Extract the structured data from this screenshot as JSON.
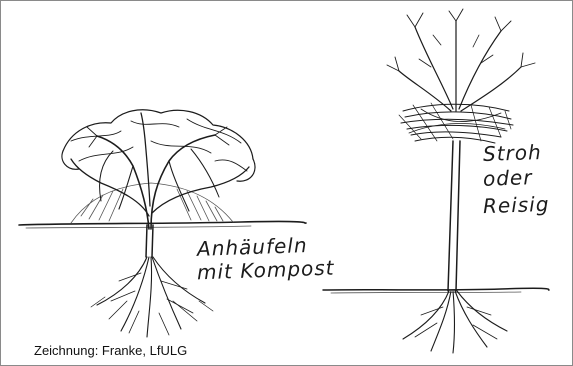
{
  "left_plant": {
    "label_line1": "Anhäufeln",
    "label_line2": "mit Kompost"
  },
  "right_plant": {
    "label_line1": "Stroh",
    "label_line2": "oder",
    "label_line3": "Reisig"
  },
  "caption": "Zeichnung: Franke, LfULG",
  "colors": {
    "ink": "#1c1c1c",
    "pencil": "#555555",
    "border": "#8a8a8a"
  }
}
